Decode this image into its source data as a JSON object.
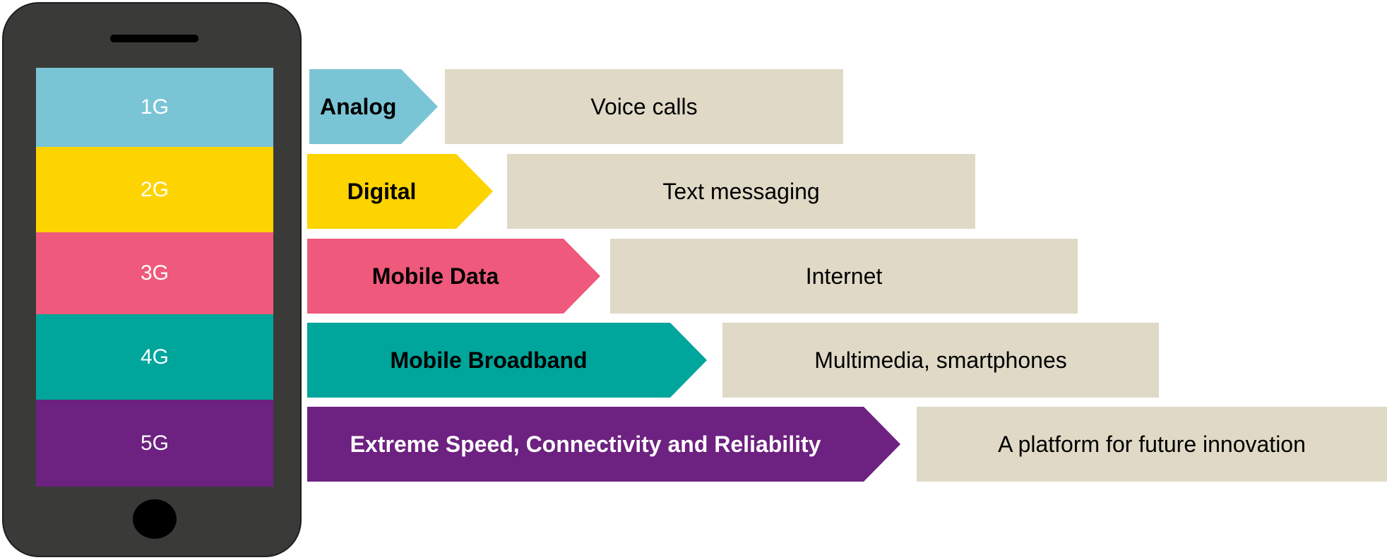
{
  "phone": {
    "bands": [
      {
        "label": "1G",
        "color": "#7ac5d5"
      },
      {
        "label": "2G",
        "color": "#fdd300"
      },
      {
        "label": "3G",
        "color": "#ef597b"
      },
      {
        "label": "4G",
        "color": "#00a59b"
      },
      {
        "label": "5G",
        "color": "#6d2180"
      }
    ]
  },
  "generations": [
    {
      "arrow_label": "Analog",
      "arrow_color": "#7ac5d5",
      "arrow_text_color": "#000000",
      "description": "Voice calls"
    },
    {
      "arrow_label": "Digital",
      "arrow_color": "#fdd300",
      "arrow_text_color": "#000000",
      "description": "Text messaging"
    },
    {
      "arrow_label": "Mobile Data",
      "arrow_color": "#ef597b",
      "arrow_text_color": "#000000",
      "description": "Internet"
    },
    {
      "arrow_label": "Mobile Broadband",
      "arrow_color": "#00a59b",
      "arrow_text_color": "#000000",
      "description": "Multimedia, smartphones"
    },
    {
      "arrow_label": "Extreme Speed, Connectivity and Reliability",
      "arrow_color": "#6d2180",
      "arrow_text_color": "#ffffff",
      "description": "A platform for future innovation"
    }
  ]
}
